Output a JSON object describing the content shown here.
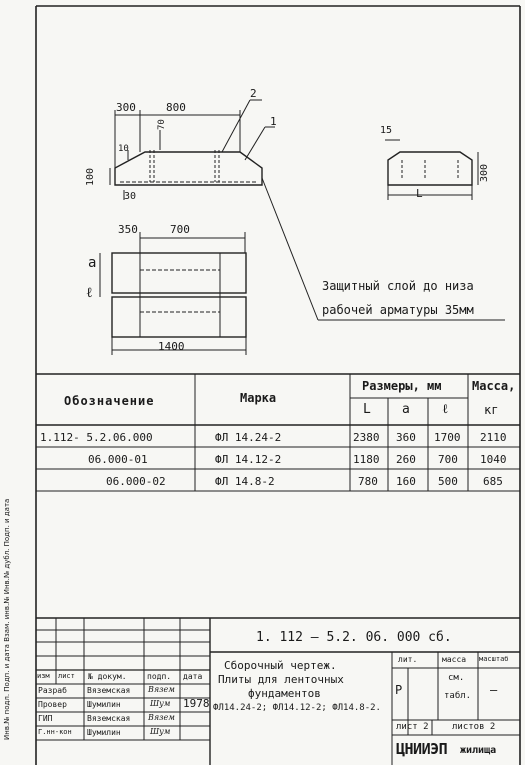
{
  "drawing": {
    "section": {
      "dim_left": "300",
      "dim_top": "800",
      "callout_2": "2",
      "callout_1": "1",
      "dim_70": "70",
      "dim_10": "10",
      "dim_100": "100",
      "dim_30": "30"
    },
    "plan": {
      "dim_350": "350",
      "dim_700": "700",
      "label_a": "a",
      "label_l": "ℓ",
      "dim_1400": "1400"
    },
    "end_view": {
      "dim_15": "15",
      "dim_300": "300",
      "label_L": "L"
    },
    "note_line1": "Защитный слой до низа",
    "note_line2": "рабочей арматуры 35мм"
  },
  "side_stamp": {
    "text": "Инв.№ подл. Подп. и дата  Взам. инв.№  Инв.№ дубл.  Подп. и дата"
  },
  "table": {
    "header": {
      "designation": "Обозначение",
      "mark": "Марка",
      "dimensions": "Размеры, мм",
      "mass": "Масса,",
      "mass_unit": "кг",
      "col_L": "L",
      "col_a": "a",
      "col_l": "ℓ"
    },
    "rows": [
      {
        "designation": "1.112- 5.2.06.000",
        "mark": "ФЛ 14.24-2",
        "L": "2380",
        "a": "360",
        "l": "1700",
        "mass": "2110"
      },
      {
        "designation": "06.000-01",
        "mark": "ФЛ 14.12-2",
        "L": "1180",
        "a": "260",
        "l": "700",
        "mass": "1040"
      },
      {
        "designation": "06.000-02",
        "mark": "ФЛ 14.8-2",
        "L": "780",
        "a": "160",
        "l": "500",
        "mass": "685"
      }
    ]
  },
  "title_block": {
    "doc_code": "1. 112 – 5.2. 06. 000 сб.",
    "title_line1": "Сборочный чертеж.",
    "title_line2": "Плиты для ленточных",
    "title_line3": "фундаментов",
    "title_line4": "ФЛ14.24-2; ФЛ14.12-2; ФЛ14.8-2.",
    "col_change": "изм",
    "col_sheet": "лист",
    "col_docnum": "№ докум.",
    "col_sign": "подп.",
    "col_date": "дата",
    "lit_label": "лит.",
    "mass_label": "масса",
    "scale_label": "масштаб",
    "lit_value": "Р",
    "mass_value_1": "см.",
    "mass_value_2": "табл.",
    "scale_value": "—",
    "sheet_label": "лист 2",
    "sheets_label": "листов 2",
    "organization": "ЦНИИЭП",
    "organization_suffix": "жилища",
    "people": [
      {
        "role": "Разраб",
        "name": "Вяземская",
        "sign": "Вязем"
      },
      {
        "role": "Провер",
        "name": "Шумилин",
        "sign": "Шум"
      },
      {
        "role": "ГИП",
        "name": "Вяземская",
        "sign": "Вязем"
      },
      {
        "role": "Г.нн-кон",
        "name": "Шумилин",
        "sign": "Шум"
      }
    ],
    "year": "1978"
  }
}
